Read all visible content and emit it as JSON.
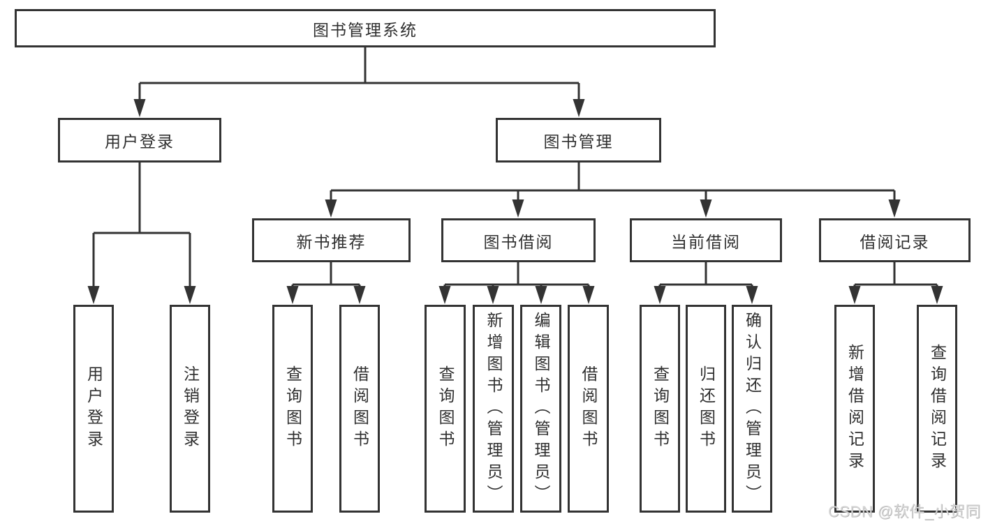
{
  "tree": {
    "label": "图书管理系统",
    "children": [
      {
        "label": "用户登录",
        "children": [
          {
            "label": "用户登录"
          },
          {
            "label": "注销登录"
          }
        ]
      },
      {
        "label": "图书管理",
        "children": [
          {
            "label": "新书推荐",
            "children": [
              {
                "label": "查询图书"
              },
              {
                "label": "借阅图书"
              }
            ]
          },
          {
            "label": "图书借阅",
            "children": [
              {
                "label": "查询图书"
              },
              {
                "label": "新增图书（管理员）"
              },
              {
                "label": "编辑图书（管理员）"
              },
              {
                "label": "借阅图书"
              }
            ]
          },
          {
            "label": "当前借阅",
            "children": [
              {
                "label": "查询图书"
              },
              {
                "label": "归还图书"
              },
              {
                "label": "确认归还（管理员）"
              }
            ]
          },
          {
            "label": "借阅记录",
            "children": [
              {
                "label": "新增借阅记录"
              },
              {
                "label": "查询借阅记录"
              }
            ]
          }
        ]
      }
    ]
  },
  "watermark": {
    "text": "CSDN @软件_小贺同学"
  },
  "colors": {
    "line": "#333333",
    "box_border": "#333333",
    "text": "#2f2f2f",
    "watermark": "#d4d4d4",
    "background": "#ffffff"
  }
}
